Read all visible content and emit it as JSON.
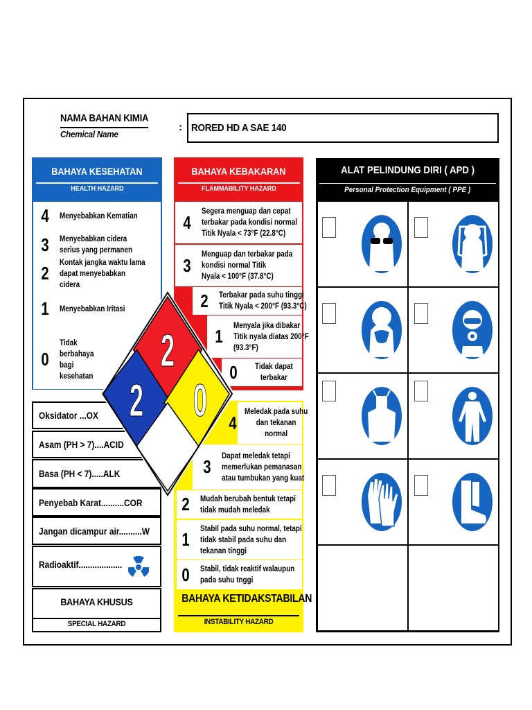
{
  "chemical": {
    "label": "NAMA BAHAN KIMIA",
    "label_en": "Chemical Name",
    "colon": ":",
    "value": "RORED HD A SAE 140"
  },
  "health": {
    "title": "BAHAYA KESEHATAN",
    "subtitle": "HEALTH HAZARD",
    "color": "#1565c0",
    "rows": [
      {
        "num": "4",
        "text": "Menyebabkan Kematian"
      },
      {
        "num": "3",
        "text": "Menyebabkan cidera serius yang permanen"
      },
      {
        "num": "2",
        "text": "Kontak jangka waktu lama dapat menyebabkan cidera"
      },
      {
        "num": "1",
        "text": "Menyebabkan Iritasi"
      },
      {
        "num": "0",
        "text": "Tidak berbahaya bagi kesehatan"
      }
    ]
  },
  "flammability": {
    "title": "BAHAYA KEBAKARAN",
    "subtitle": "FLAMMABILITY HAZARD",
    "color": "#e8161b",
    "rows": [
      {
        "num": "4",
        "l1": "Segera menguap dan cepat",
        "l2": "terbakar pada kondisi normal",
        "l3": "Titik Nyala < 73°F (22.8°C)"
      },
      {
        "num": "3",
        "l1": "Menguap dan terbakar pada",
        "l2": "kondisi normal Titik",
        "l3": "Nyala < 100°F (37.8°C)"
      },
      {
        "num": "2",
        "l1": "Terbakar pada suhu tinggi",
        "l2": "Titik Nyala < 200°F (93.3°C)"
      },
      {
        "num": "1",
        "l1": "Menyala jika dibakar",
        "l2": "Titik nyala diatas 200°F",
        "l3": "(93.3°F)"
      },
      {
        "num": "0",
        "l1": "Tidak dapat",
        "l2": "terbakar"
      }
    ]
  },
  "instability": {
    "title": "BAHAYA KETIDAKSTABILAN",
    "subtitle": "INSTABILITY HAZARD",
    "color": "#fff200",
    "rows": [
      {
        "num": "4",
        "l1": "Meledak pada suhu",
        "l2": "dan tekanan",
        "l3": "normal"
      },
      {
        "num": "3",
        "l1": "Dapat meledak tetapi",
        "l2": "memerlukan pemanasan",
        "l3": "atau tumbukan yang kuat"
      },
      {
        "num": "2",
        "l1": "Mudah berubah bentuk tetapi",
        "l2": "tidak mudah meledak"
      },
      {
        "num": "1",
        "l1": "Stabil pada suhu normal, tetapi",
        "l2": "tidak stabil pada suhu dan",
        "l3": "tekanan tinggi"
      },
      {
        "num": "0",
        "l1": "Stabil, tidak reaktif walaupun",
        "l2": "pada suhu tnggi"
      }
    ]
  },
  "special": {
    "title": "BAHAYA KHUSUS",
    "subtitle": "SPECIAL HAZARD",
    "items": [
      {
        "text": "Oksidator ...OX"
      },
      {
        "text": "Asam (PH > 7)....ACID"
      },
      {
        "text": "Basa (PH < 7).....ALK"
      },
      {
        "text": "Penyebab Karat..........COR"
      },
      {
        "text": "Jangan dicampur air..........W"
      },
      {
        "text": "Radioaktif...................",
        "icon": "radiation-icon"
      }
    ]
  },
  "diamond": {
    "health": "2",
    "flammability": "2",
    "instability": "0",
    "special": "",
    "colors": {
      "blue": "#1a3fb5",
      "red": "#ee1c24",
      "yellow": "#fff200",
      "white": "#ffffff"
    }
  },
  "ppe": {
    "title": "ALAT PELINDUNG DIRI ( APD )",
    "subtitle": "Personal Protection Equipment ( PPE )",
    "icon_color": "#1565c0",
    "items": [
      {
        "icon": "safety-glasses-icon",
        "checked": false
      },
      {
        "icon": "face-shield-icon",
        "checked": false
      },
      {
        "icon": "dust-mask-icon",
        "checked": false
      },
      {
        "icon": "respirator-icon",
        "checked": false
      },
      {
        "icon": "apron-icon",
        "checked": false
      },
      {
        "icon": "coverall-icon",
        "checked": false
      },
      {
        "icon": "gloves-icon",
        "checked": false
      },
      {
        "icon": "safety-boots-icon",
        "checked": false
      }
    ]
  }
}
